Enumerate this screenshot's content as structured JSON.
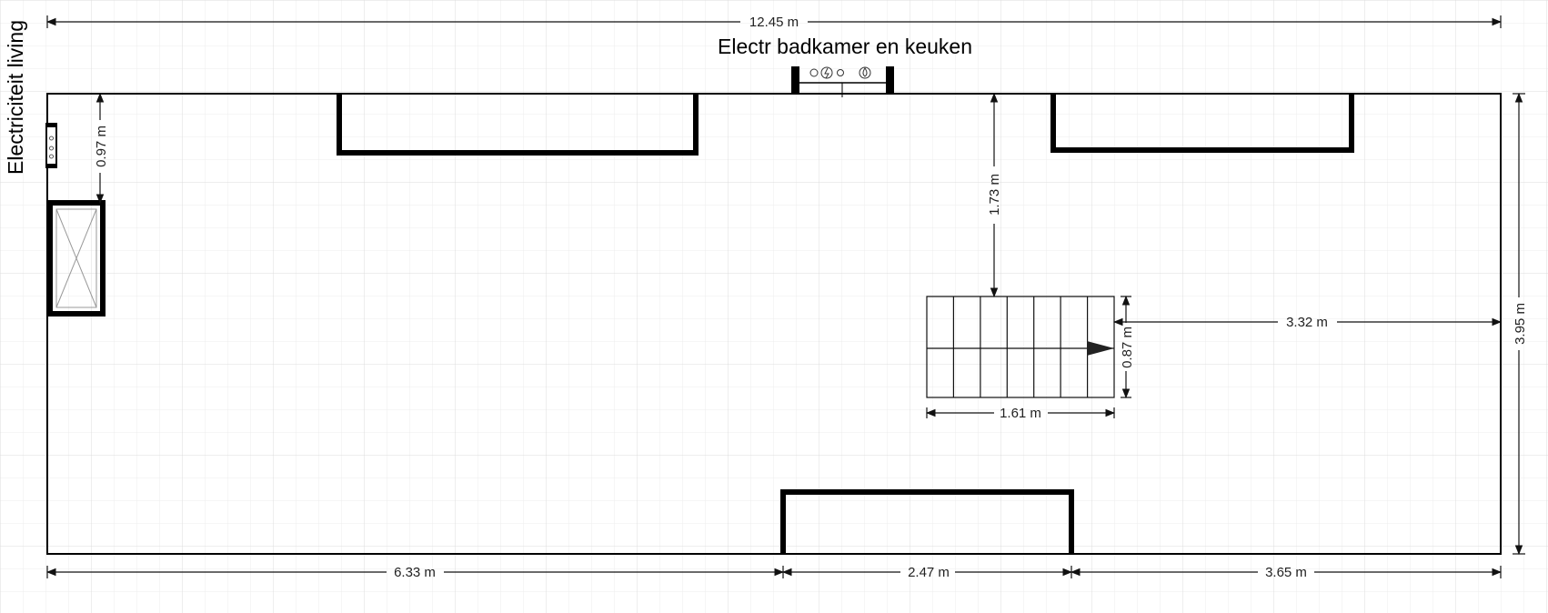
{
  "plan": {
    "labels": {
      "top_label": "Electr badkamer en keuken",
      "left_label": "Electriciteit living"
    },
    "dimensions": {
      "total_width": "12.45 m",
      "height": "3.95 m",
      "bottom_left": "6.33 m",
      "bottom_middle": "2.47 m",
      "bottom_right": "3.65 m",
      "left_wall_to_window": "0.97 m",
      "top_to_stairs": "1.73 m",
      "stairs_to_right_wall": "3.32 m",
      "stairs_width": "1.61 m",
      "stairs_depth": "0.87 m"
    },
    "stairs": {
      "steps": 7
    }
  }
}
